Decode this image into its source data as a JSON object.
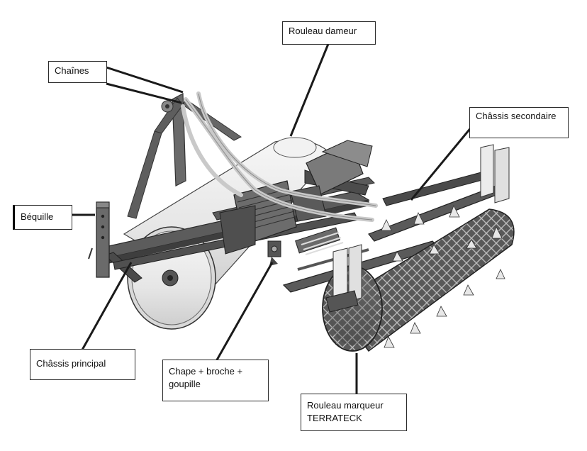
{
  "labels": {
    "rouleau_dameur": "Rouleau dameur",
    "chaines": "Chaînes",
    "chassis_secondaire": "Châssis secondaire",
    "bequille": "Béquille",
    "chassis_principal": "Châssis principal",
    "chape": "Chape + broche +\ngoupille",
    "rouleau_marqueur": "Rouleau marqueur\nTERRATECK"
  },
  "colors": {
    "frame": "#5a5a5a",
    "frame_dark": "#3c3c3c",
    "roller": "#e8e8e8",
    "chain": "#d2d2d2",
    "leader": "#1a1a1a"
  }
}
